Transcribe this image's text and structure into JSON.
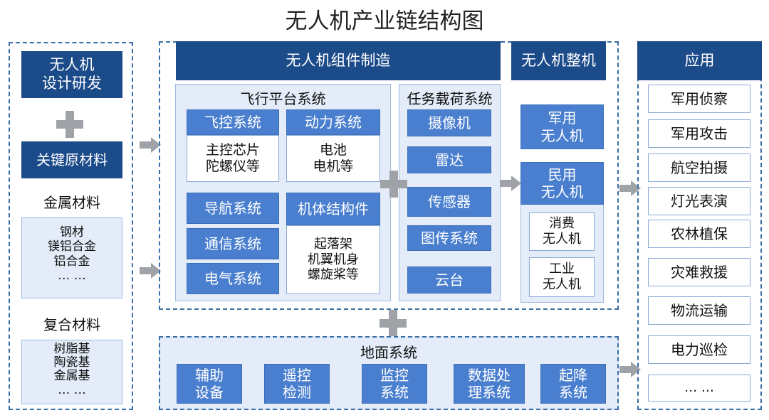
{
  "title": "无人机产业链结构图",
  "design": {
    "title": "无人机\n设计研发",
    "key_materials": "关键原材料",
    "metal": {
      "title": "金属材料",
      "items": "钢材\n镁铝合金\n铝合金\n… …"
    },
    "composite": {
      "title": "复合材料",
      "items": "树脂基\n陶瓷基\n金属基\n… …"
    }
  },
  "components": {
    "title": "无人机组件制造",
    "flight_platform": {
      "title": "飞行平台系统",
      "flight_control": {
        "title": "飞控系统",
        "items": "主控芯片\n陀螺仪等"
      },
      "power": {
        "title": "动力系统",
        "items": "电池\n电机等"
      },
      "navigation": "导航系统",
      "communication": "通信系统",
      "electrical": "电气系统",
      "airframe": {
        "title": "机体结构件",
        "items": "起落架\n机翼机身\n螺旋桨等"
      }
    },
    "payload": {
      "title": "任务载荷系统",
      "items": [
        "摄像机",
        "雷达",
        "传感器",
        "图传系统",
        "云台"
      ]
    }
  },
  "complete": {
    "title": "无人机整机",
    "military": "军用\n无人机",
    "civil": "民用\n无人机",
    "consumer": "消费\n无人机",
    "industrial": "工业\n无人机"
  },
  "ground": {
    "title": "地面系统",
    "items": [
      "辅助\n设备",
      "遥控\n检测",
      "监控\n系统",
      "数据处\n理系统",
      "起降\n系统"
    ]
  },
  "applications": {
    "title": "应用",
    "items": [
      "军用侦察",
      "军用攻击",
      "航空拍摄",
      "灯光表演",
      "农林植保",
      "灾难救援",
      "物流运输",
      "电力巡检",
      "… …"
    ]
  },
  "colors": {
    "navy": "#1c4b8a",
    "blue": "#4a7fcf",
    "panel": "#e3ecf8",
    "dash": "#3a6ea8",
    "arrow": "#9fa3a7"
  }
}
